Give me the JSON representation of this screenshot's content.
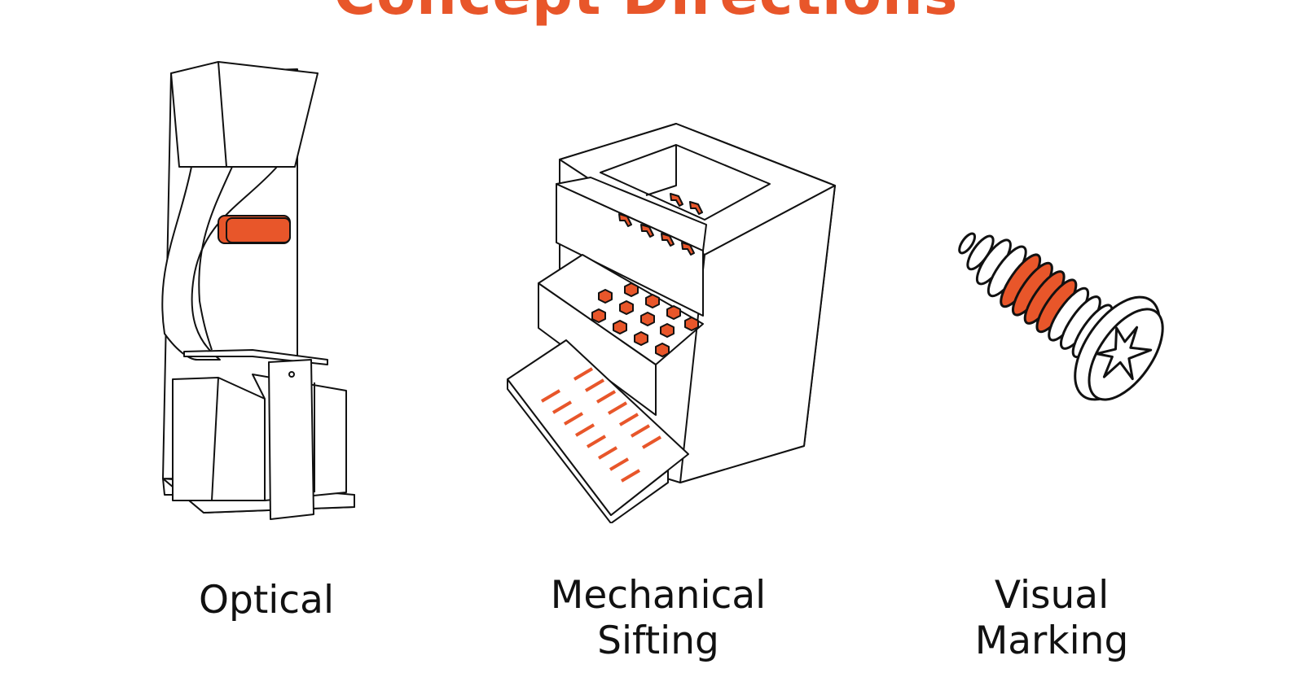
{
  "title": "Concept Directions",
  "colors": {
    "accent": "#e8562a",
    "ink": "#111111"
  },
  "concepts": [
    {
      "name": "optical",
      "label_lines": [
        "Optical"
      ]
    },
    {
      "name": "mechanical-sifting",
      "label_lines": [
        "Mechanical",
        "Sifting"
      ]
    },
    {
      "name": "visual-marking",
      "label_lines": [
        "Visual",
        "Marking"
      ]
    }
  ]
}
